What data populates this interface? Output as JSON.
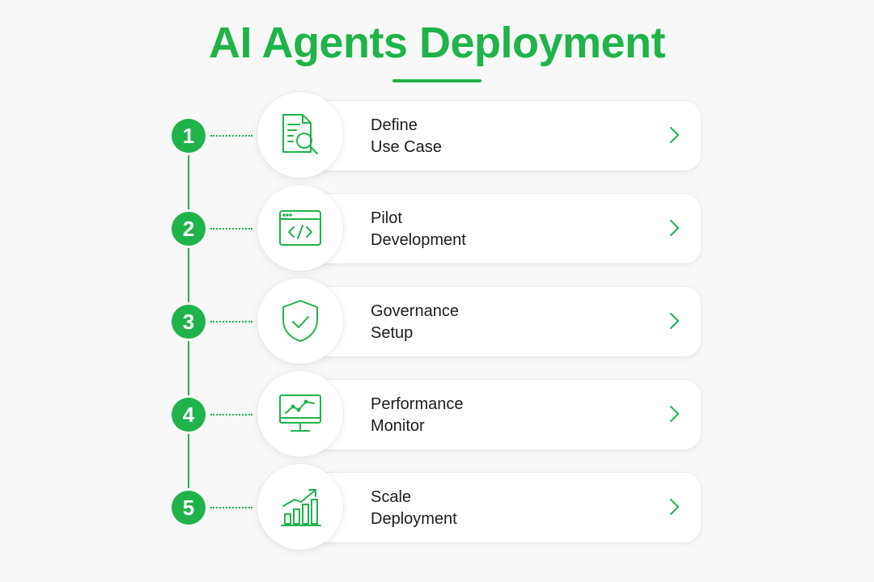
{
  "title": "AI Agents Deployment",
  "accent_color": "#1fb34a",
  "steps": [
    {
      "number": "1",
      "line1": "Define",
      "line2": "Use Case",
      "icon": "document-search-icon"
    },
    {
      "number": "2",
      "line1": "Pilot",
      "line2": "Development",
      "icon": "code-window-icon"
    },
    {
      "number": "3",
      "line1": "Governance",
      "line2": "Setup",
      "icon": "shield-check-icon"
    },
    {
      "number": "4",
      "line1": "Performance",
      "line2": "Monitor",
      "icon": "monitor-chart-icon"
    },
    {
      "number": "5",
      "line1": "Scale",
      "line2": "Deployment",
      "icon": "growth-chart-icon"
    }
  ]
}
